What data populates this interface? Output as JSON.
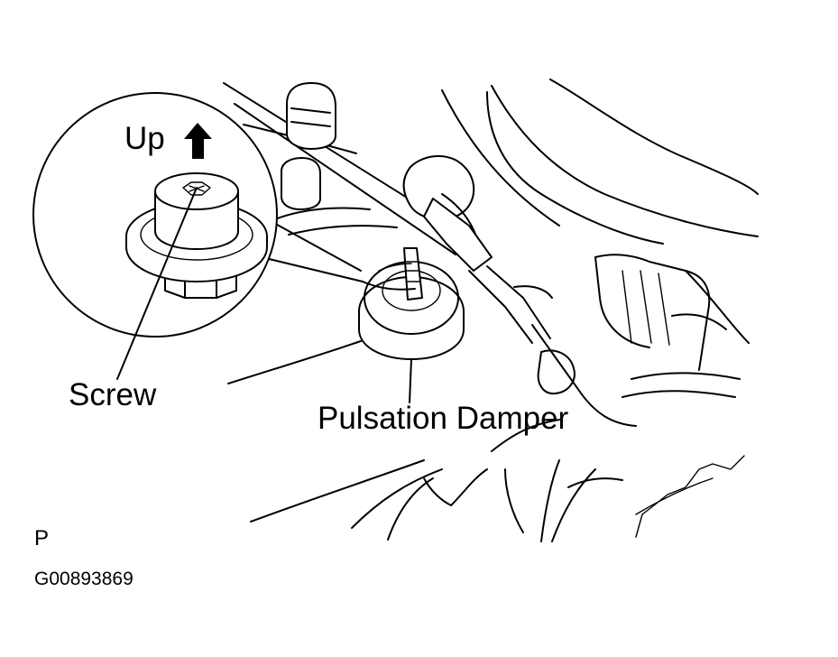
{
  "labels": {
    "up": "Up",
    "screw": "Screw",
    "pulsation_damper": "Pulsation Damper",
    "view_marker": "P",
    "figure_code": "G00893869"
  },
  "colors": {
    "ink": "#000000",
    "background": "#ffffff"
  },
  "icons": {
    "direction_arrow": "up-arrow-icon"
  }
}
